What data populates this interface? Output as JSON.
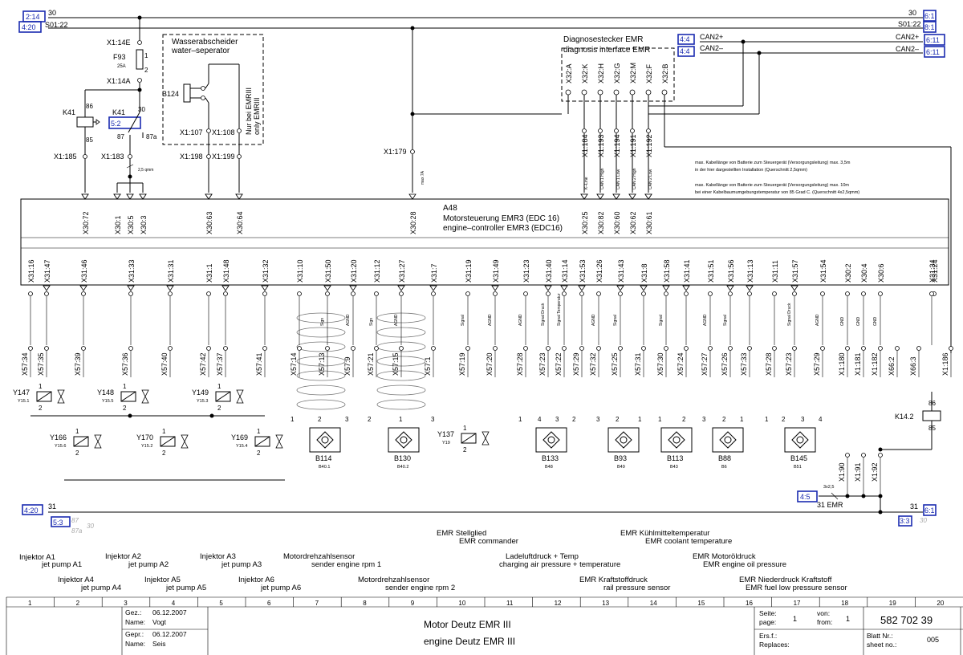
{
  "rails": {
    "top_left_ref": "2:14",
    "top_left_label": "30",
    "top_left_ref2": "4:20",
    "top_left_label2": "S01:22",
    "top_right_label": "30",
    "top_right_ref": "6:1",
    "top_right_label2": "S01:22",
    "top_right_ref2": "8:1",
    "can_hi_ref": "4:4",
    "can_hi": "CAN2+",
    "can_lo_ref": "4:4",
    "can_lo": "CAN2–",
    "can_hi_right": "CAN2+",
    "can_hi_right_ref": "6:11",
    "can_lo_right": "CAN2–",
    "can_lo_right_ref": "6:11",
    "bottom_left_ref": "4:20",
    "bottom_left_label": "31",
    "bottom_right_label": "31",
    "bottom_right_ref": "6:1",
    "bottom_left_ref2": "5:3",
    "bottom_right_ref2": "3:3",
    "gnd_ref": "4:5",
    "gnd_label": "31 EMR",
    "gnd_wire": "3x2,5"
  },
  "fuse": {
    "x14e": "X1:14E",
    "f93": "F93",
    "rating": "25A",
    "p1": "1",
    "p2": "2",
    "x14a": "X1:14A"
  },
  "relay_k41": {
    "name": "K41",
    "p86": "86",
    "p85": "85",
    "x185": "X1:185",
    "name2": "K41",
    "ref": "5:2",
    "p30": "30",
    "p87": "87",
    "p87a": "87a",
    "x183": "X1:183",
    "wire": "2,5 qmm"
  },
  "water_separator": {
    "title_de": "Wasserabscheider",
    "title_en": "water–seperator",
    "b124": "B124",
    "x107": "X1:107",
    "x108": "X1:108",
    "x198": "X1:198",
    "x199": "X1:199",
    "note_de": "Nur bei EMRIII",
    "note_en": "only EMRIII"
  },
  "x179": {
    "label": "X1:179",
    "fuse": "max 7A"
  },
  "diag_plug": {
    "title_de": "Diagnosestecker EMR",
    "title_en": "diagnosis interface EMR",
    "pins": [
      "X32:A",
      "X32:K",
      "X32:H",
      "X32:G",
      "X32:M",
      "X32:F",
      "X32:B"
    ],
    "x1_pins": [
      "X1:184",
      "X1:193",
      "X1:194",
      "X1:191",
      "X1:192"
    ],
    "x1_signals": [
      "K–Line",
      "CAN 1 High",
      "CAN 1 Low",
      "CAN 2 High",
      "CAN 2 Low"
    ]
  },
  "notes": {
    "n1": "max. Kabellänge von Batterie zum Steuergerät (Versorgungsleitung) max. 3,5m",
    "n2": "in der hier dargestellten Installation (Querschnitt 2,5qmm)",
    "n3": "max. Kabellänge von Batterie zum Steuergerät (Versorgungsleitung) max. 10m",
    "n4": "bei einer Kabelbaumumgebungstemperatur von 85 Grad C. (Querschnitt 4x2,5qmm)"
  },
  "ecu": {
    "id": "A48",
    "title_de": "Motorsteuerung EMR3 (EDC 16)",
    "title_en": "engine–controller EMR3 (EDC16)",
    "top_pins": [
      "X30:72",
      "X30:1",
      "X30:5",
      "X30:3",
      "X30:63",
      "X30:64",
      "X30:28",
      "X30:25",
      "X30:82",
      "X30:60",
      "X30:62",
      "X30:61"
    ],
    "bottom_pins": [
      "X31:16",
      "X31:47",
      "X31:46",
      "X31:33",
      "X31:31",
      "X31:1",
      "X31:48",
      "X31:32",
      "X31:10",
      "X31:50",
      "X31:20",
      "X31:12",
      "X31:27",
      "X31:7",
      "X31:19",
      "X31:49",
      "X31:23",
      "X31:40",
      "X31:14",
      "X31:53",
      "X31:26",
      "X31:43",
      "X31:8",
      "X31:58",
      "X31:41",
      "X31:51",
      "X31:56",
      "X31:13",
      "X31:11",
      "X31:57",
      "X31:54",
      "X30:2",
      "X30:4",
      "X30:6",
      "X31:24",
      "X31:34"
    ]
  },
  "sig_labels": [
    "Sign",
    "AGND",
    "Sign",
    "AGND",
    "Signal",
    "AGND",
    "AGND",
    "Signal Druck",
    "Signal Temperatur",
    "AGND",
    "Signal",
    "Signal",
    "AGND",
    "Signal",
    "Signal Druck",
    "AGND",
    "GND",
    "GND",
    "GND"
  ],
  "x57_pins": [
    "X57:34",
    "X57:35",
    "X57:39",
    "X57:36",
    "X57:40",
    "X57:42",
    "X57:37",
    "X57:41",
    "X57:14",
    "X57:13",
    "X57:9",
    "X57:21",
    "X57:15",
    "X57:1",
    "X57:19",
    "X57:20",
    "X57:28",
    "X57:23",
    "X57:22",
    "X57:29",
    "X57:32",
    "X57:25",
    "X57:31",
    "X57:30",
    "X57:24",
    "X57:27",
    "X57:26",
    "X57:33",
    "X57:28",
    "X57:23",
    "X57:29",
    "X1:180",
    "X1:181",
    "X1:182",
    "X66:2",
    "X66:3",
    "X1:186"
  ],
  "injectors": [
    {
      "name": "Y147",
      "sub": "Y15.1"
    },
    {
      "name": "Y148",
      "sub": "Y15.5"
    },
    {
      "name": "Y149",
      "sub": "Y15.3"
    },
    {
      "name": "Y166",
      "sub": "Y15.6"
    },
    {
      "name": "Y170",
      "sub": "Y15.2"
    },
    {
      "name": "Y169",
      "sub": "Y15.4"
    },
    {
      "name": "Y137",
      "sub": "Y19"
    }
  ],
  "sensors": [
    {
      "name": "B114",
      "sub": "B40.1"
    },
    {
      "name": "B130",
      "sub": "B40.2"
    },
    {
      "name": "B133",
      "sub": "B48"
    },
    {
      "name": "B93",
      "sub": "B49"
    },
    {
      "name": "B113",
      "sub": "B43"
    },
    {
      "name": "B88",
      "sub": "B6"
    },
    {
      "name": "B145",
      "sub": "B51"
    }
  ],
  "k14": {
    "name": "K14.2",
    "p86": "86",
    "p85": "85"
  },
  "gnd_pins": [
    "X1:90",
    "X1:91",
    "X1:92"
  ],
  "pin_numbers": {
    "one": "1",
    "two": "2",
    "three": "3",
    "four": "4"
  },
  "legend": [
    {
      "de": "Injektor A1",
      "en": "jet pump A1"
    },
    {
      "de": "Injektor A2",
      "en": "jet pump A2"
    },
    {
      "de": "Injektor A3",
      "en": "jet pump A3"
    },
    {
      "de": "Motordrehzahlsensor",
      "en": "sender engine rpm 1"
    },
    {
      "de": "EMR Stellglied",
      "en": "EMR commander"
    },
    {
      "de": "Ladeluftdruck + Temp",
      "en": "charging air pressure + temperature"
    },
    {
      "de": "EMR Kühlmitteltemperatur",
      "en": "EMR coolant temperature"
    },
    {
      "de": "EMR Motoröldruck",
      "en": "EMR engine oil pressure"
    },
    {
      "de": "Injektor A4",
      "en": "jet pump A4"
    },
    {
      "de": "Injektor A5",
      "en": "jet pump A5"
    },
    {
      "de": "Injektor A6",
      "en": "jet pump A6"
    },
    {
      "de": "Motordrehzahlsensor",
      "en": "sender engine rpm 2"
    },
    {
      "de": "EMR Kraftstoffdruck",
      "en": "rail pressure sensor"
    },
    {
      "de": "EMR Niederdruck Kraftstoff",
      "en": "EMR fuel low pressure sensor"
    }
  ],
  "grid_columns": [
    "1",
    "2",
    "3",
    "4",
    "5",
    "6",
    "7",
    "8",
    "9",
    "10",
    "11",
    "12",
    "13",
    "14",
    "15",
    "16",
    "17",
    "18",
    "19",
    "20"
  ],
  "title_block": {
    "drawn_label": "Gez.:",
    "drawn_date": "06.12.2007",
    "name_label": "Name:",
    "drawn_name": "Vogt",
    "checked_label": "Gepr.:",
    "checked_date": "06.12.2007",
    "name_label2": "Name:",
    "checked_name": "Seis",
    "title_de": "Motor Deutz EMR III",
    "title_en": "engine Deutz EMR III",
    "page_label_de": "Seite:",
    "page_label_en": "page:",
    "page": "1",
    "of_label_de": "von:",
    "of_label_en": "from:",
    "of": "1",
    "drawing_no": "582 702 39",
    "replaces_de": "Ers.f.:",
    "replaces_en": "Replaces:",
    "sheet_label_de": "Blatt Nr.:",
    "sheet_label_en": "sheet no.:",
    "sheet": "005"
  }
}
